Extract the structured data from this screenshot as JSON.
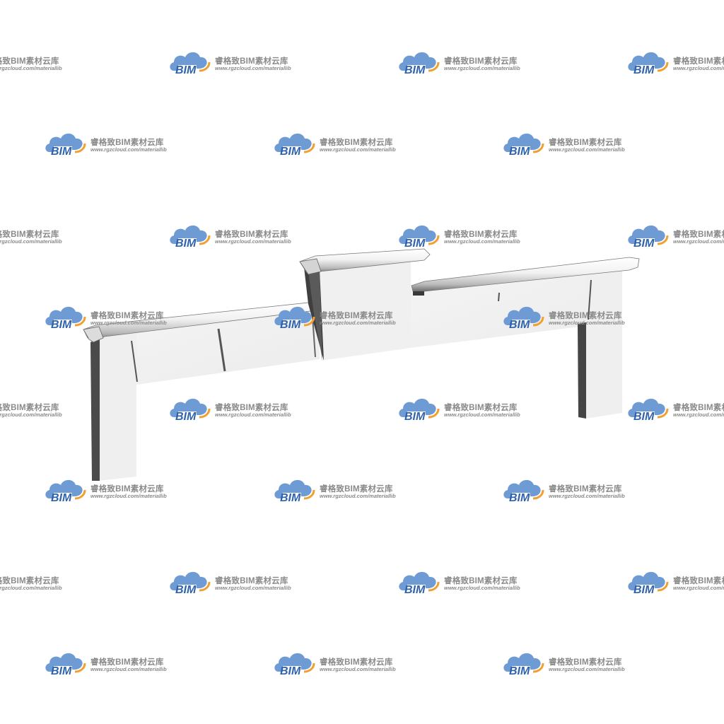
{
  "scene": {
    "subject": "railing",
    "background_color": "#ffffff",
    "surface_color": "#f0f0f0",
    "shadow_color": "#4a4a4a"
  },
  "watermark": {
    "logo_text": "BIM",
    "title": "睿格致BIM素材云库",
    "url": "www.rgzcloud.com/materiallib",
    "cloud_color": "#6f9bd4",
    "logo_text_color": "#2f63ad",
    "accent_color": "#f0a030",
    "text_color": "#8a8a8a"
  }
}
